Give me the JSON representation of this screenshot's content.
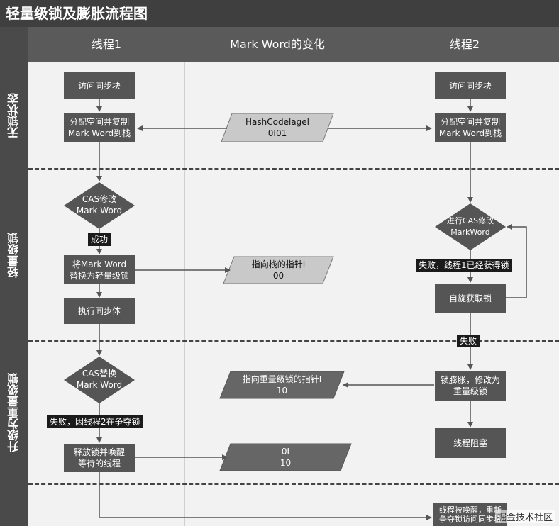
{
  "title": "轻量级锁及膨胀流程图",
  "columns": {
    "thread1": "线程1",
    "markword": "Mark Word的变化",
    "thread2": "线程2"
  },
  "phases": {
    "lockfree": "无锁状态",
    "lightweight": "轻量级锁",
    "upgrade": "升级为重量级锁"
  },
  "thread1": {
    "visit_sync": "访问同步块",
    "alloc_copy": "分配空间并复制\nMark Word到栈",
    "cas_modify": "CAS修改\nMark Word",
    "success": "成功",
    "replace": "将Mark Word\n替换为轻量级锁",
    "execute": "执行同步体",
    "cas_replace": "CAS替换\nMark Word",
    "fail_contend": "失败，因线程2在争夺锁",
    "release_wake": "释放锁并唤醒\n等待的线程"
  },
  "markword": {
    "hashcode": "HashCodelagel\n0I01",
    "stack_pointer": "指向栈的指针I\n00",
    "heavy_pointer": "指向重量级锁的指针I\n10",
    "state_10": "0I\n10"
  },
  "thread2": {
    "visit_sync": "访问同步块",
    "alloc_copy": "分配空间并复制\nMark Word到栈",
    "try_cas": "进行CAS修改\nMarkWord",
    "fail_acquired": "失败，线程1已经获得锁",
    "spin": "自旋获取锁",
    "fail": "失败",
    "inflate": "锁膨胀，修改为\n重量级锁",
    "block": "线程阻塞",
    "wake_partial": "线程被唤醒，重新\n争夺锁访问同步块"
  },
  "watermark": "掘金技术社区"
}
